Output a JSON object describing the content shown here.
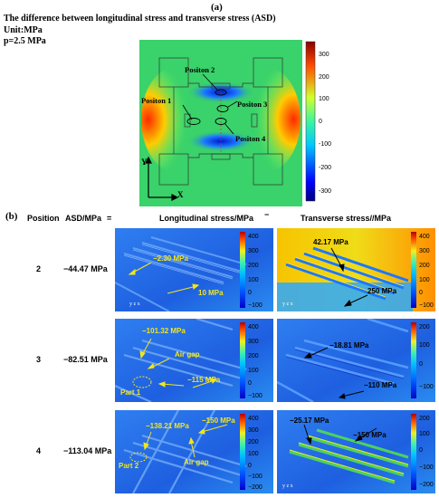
{
  "header": {
    "panel_a_label": "(a)",
    "title": "The difference between longitudinal stress and transverse stress (ASD)",
    "unit": "Unit:MPa",
    "pressure": "p=2.5 MPa"
  },
  "main_map": {
    "positions": [
      "Positon 1",
      "Positon 2",
      "Positon 3",
      "Positon 4"
    ],
    "axis_y": "Y",
    "axis_x": "X",
    "colorbar_ticks": [
      "300",
      "200",
      "100",
      "0",
      "-100",
      "-200",
      "-300"
    ]
  },
  "section_b": {
    "label": "(b)",
    "col_position": "Position",
    "col_asd": "ASD/MPa",
    "equals": "=",
    "col_longitudinal": "Longitudinal stress/MPa",
    "minus": "−",
    "col_transverse": "Transverse stress//MPa",
    "rows": [
      {
        "position": "2",
        "asd": "−44.47 MPa",
        "long_labels": [
          "−2.30 MPa",
          "10 MPa"
        ],
        "long_ticks": [
          "400",
          "300",
          "200",
          "100",
          "0",
          "−100"
        ],
        "trans_labels": [
          "42.17 MPa",
          "250 MPa"
        ],
        "trans_ticks": [
          "400",
          "300",
          "200",
          "100",
          "0",
          "−100"
        ]
      },
      {
        "position": "3",
        "asd": "−82.51 MPa",
        "long_labels": [
          "−101.32 MPa",
          "Air gap",
          "−115 MPa",
          "Part 1"
        ],
        "long_ticks": [
          "400",
          "300",
          "200",
          "100",
          "0",
          "−100"
        ],
        "trans_labels": [
          "−18.81 MPa",
          "−110 MPa"
        ],
        "trans_ticks": [
          "200",
          "100",
          "0",
          "−100"
        ]
      },
      {
        "position": "4",
        "asd": "−113.04 MPa",
        "long_labels": [
          "−138.21 MPa",
          "−150 MPa",
          "Air gap",
          "Part 2"
        ],
        "long_ticks": [
          "400",
          "300",
          "200",
          "100",
          "0",
          "−100",
          "−200"
        ],
        "trans_labels": [
          "−25.17 MPa",
          "−150 MPa"
        ],
        "trans_ticks": [
          "200",
          "100",
          "0",
          "−100",
          "−200"
        ]
      }
    ]
  }
}
